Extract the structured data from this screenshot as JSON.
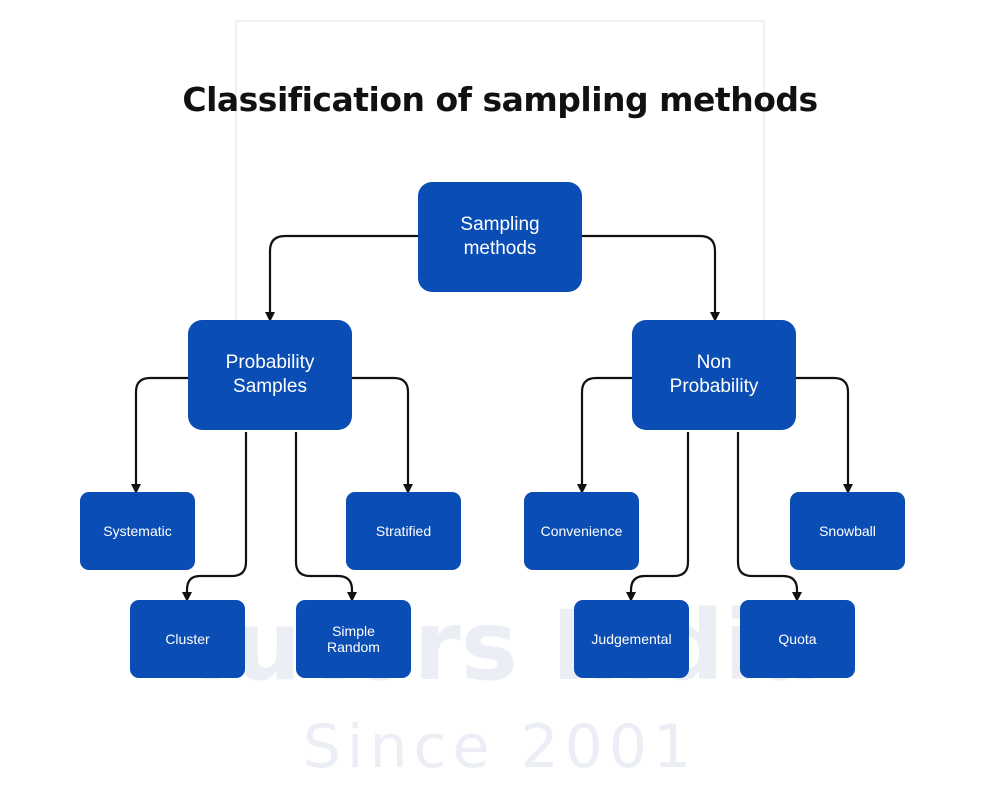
{
  "title": "Classification of sampling methods",
  "watermark": {
    "brand": "Tutors India",
    "since": "Since 2001"
  },
  "nodes": {
    "root": [
      "Sampling",
      "methods"
    ],
    "probability": [
      "Probability",
      "Samples"
    ],
    "non_probability": [
      "Non",
      "Probability"
    ],
    "systematic": [
      "Systematic"
    ],
    "cluster": [
      "Cluster"
    ],
    "simple_random": [
      "Simple",
      "Random"
    ],
    "stratified": [
      "Stratified"
    ],
    "convenience": [
      "Convenience"
    ],
    "judgemental": [
      "Judgemental"
    ],
    "quota": [
      "Quota"
    ],
    "snowball": [
      "Snowball"
    ]
  },
  "colors": {
    "node_fill": "#0a4db4",
    "node_text": "#ffffff",
    "connector": "#111111",
    "title": "#111111",
    "watermark": "#eceef5"
  }
}
